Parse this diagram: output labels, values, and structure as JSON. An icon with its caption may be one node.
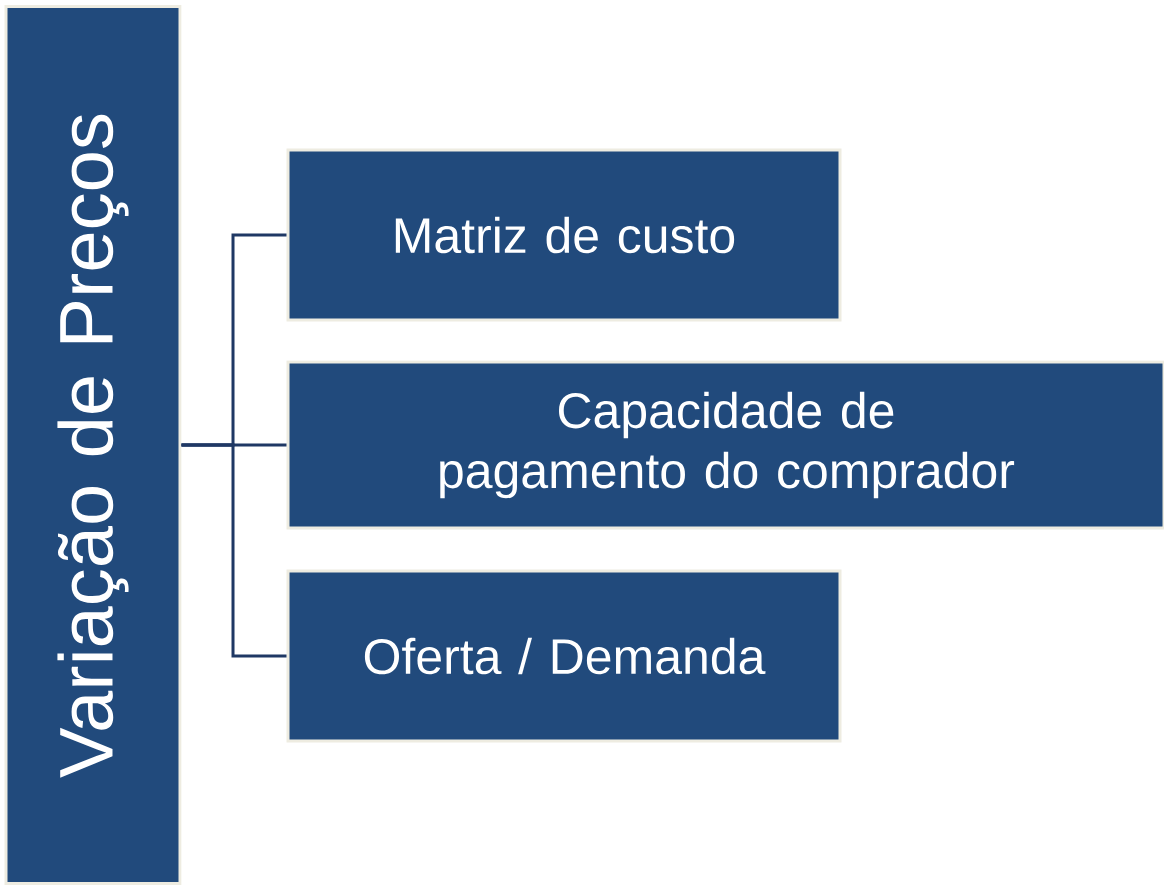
{
  "diagram": {
    "nodes": [
      {
        "text": [
          "Variação de Preços"
        ]
      },
      {
        "text": [
          "Matriz de custo"
        ]
      },
      {
        "text": [
          "Capacidade de pagamento do comprador"
        ]
      },
      {
        "text": [
          "Oferta / Demanda"
        ]
      }
    ],
    "edges": [
      {
        "from": 0,
        "to": 1,
        "arrow": "none"
      },
      {
        "from": 0,
        "to": 2,
        "arrow": "none"
      },
      {
        "from": 0,
        "to": 3,
        "arrow": "none"
      }
    ]
  }
}
